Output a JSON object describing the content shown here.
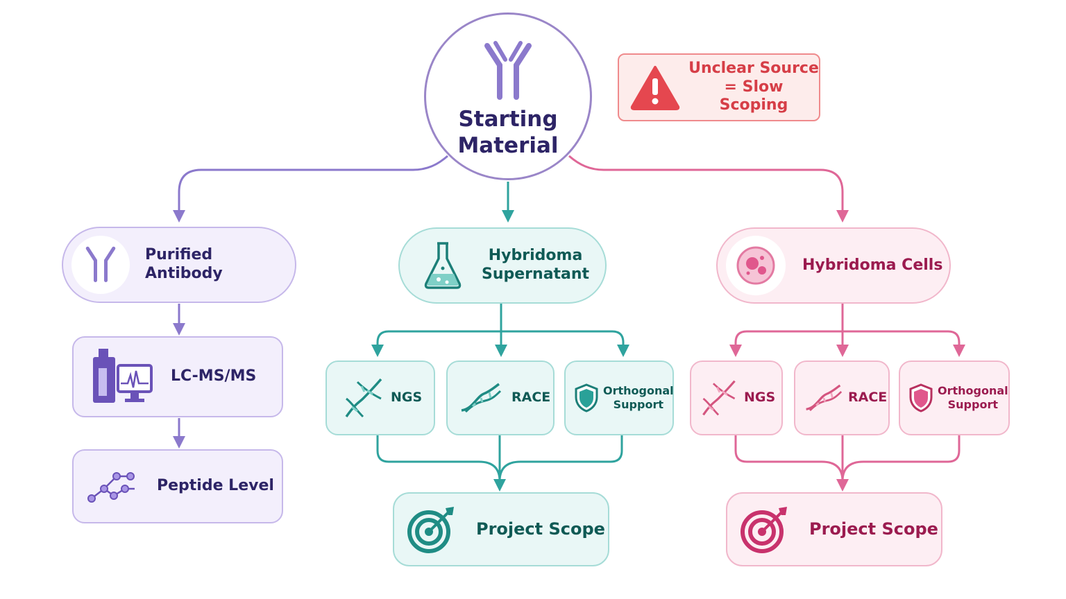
{
  "root": {
    "title_line1": "Starting",
    "title_line2": "Material"
  },
  "warning": {
    "line1": "Unclear Source",
    "line2": "= Slow Scoping"
  },
  "branches": {
    "purified": {
      "label": "Purified Antibody",
      "step1": "LC-MS/MS",
      "step2": "Peptide Level"
    },
    "supernatant": {
      "label_line1": "Hybridoma",
      "label_line2": "Supernatant",
      "ngs": "NGS",
      "race": "RACE",
      "ortho_line1": "Orthogonal",
      "ortho_line2": "Support",
      "scope": "Project Scope"
    },
    "cells": {
      "label": "Hybridoma Cells",
      "ngs": "NGS",
      "race": "RACE",
      "ortho_line1": "Orthogonal",
      "ortho_line2": "Support",
      "scope": "Project Scope"
    }
  },
  "colors": {
    "purple": "#8b79cc",
    "teal": "#2fa39e",
    "pink": "#df6797",
    "warning": "#e5474f"
  },
  "icons": [
    "antibody-icon",
    "warning-icon",
    "flask-icon",
    "cell-icon",
    "instrument-icon",
    "peptide-icon",
    "dna-icon",
    "shield-icon",
    "target-icon"
  ]
}
